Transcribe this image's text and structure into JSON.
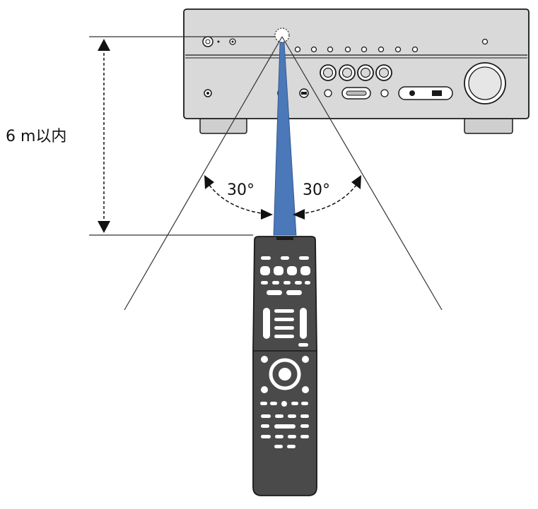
{
  "labels": {
    "distance": "6 m以内",
    "angle_left": "30°",
    "angle_right": "30°"
  },
  "colors": {
    "receiver_body": "#d9d9d9",
    "receiver_outline": "#1a1a1a",
    "remote_body": "#4a4a4a",
    "remote_buttons": "#ffffff",
    "ir_beam": "#4a78b8"
  },
  "icons": {
    "receiver": "av-receiver-icon",
    "remote": "remote-control-icon",
    "sensor": "remote-sensor-icon"
  }
}
